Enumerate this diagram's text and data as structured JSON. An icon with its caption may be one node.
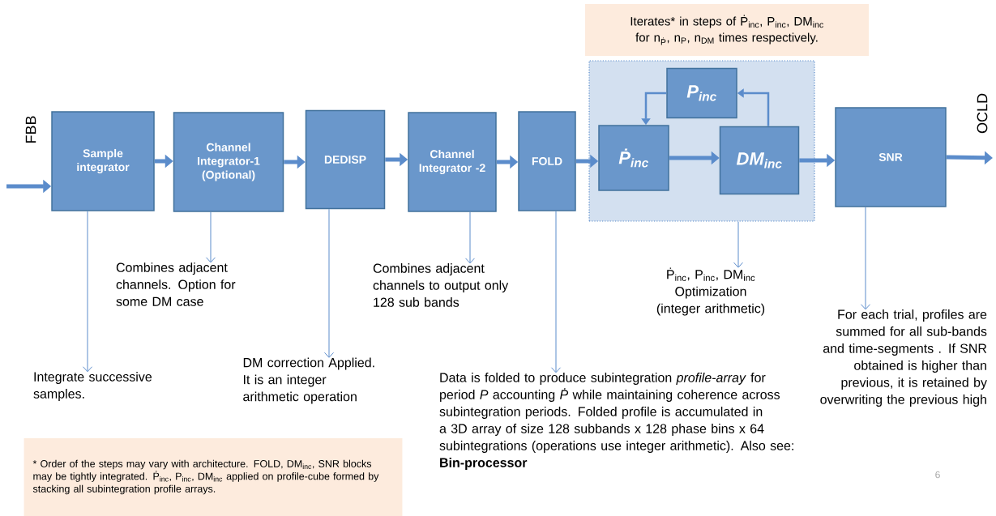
{
  "diagram": {
    "nodes": [
      {
        "text": [
          "Sample integrator"
        ]
      },
      {
        "text": [
          "Channel Integrator-1 (Optional)"
        ]
      },
      {
        "text": [
          "DEDISP"
        ]
      },
      {
        "text": [
          "Channel Integrator -2"
        ]
      },
      {
        "text": [
          "FOLD"
        ]
      },
      {
        "text": [],
        "shape": "box"
      },
      {
        "text": [
          "P$_{inc}$"
        ],
        "in": 5
      },
      {
        "text": [
          "Ṗ$_{inc}$"
        ],
        "in": 5
      },
      {
        "text": [
          "DM$_{inc}$"
        ],
        "in": 5
      },
      {
        "text": [
          "SNR"
        ]
      },
      {
        "text": [
          "Iterates* in steps of Ṗ$_{inc}$, P$_{inc}$, DM$_{inc}$ for n$_{Ṗ}$, n$_{P}$, n$_{DM}$ times respectively."
        ]
      },
      {
        "text": [
          "* Order of the steps may vary with architecture. FOLD, DM$_{inc}$, SNR blocks may be tightly integrated. Ṗ$_{inc}$, P$_{inc}$, DM$_{inc}$ applied on profile-cube formed by stacking all subintegration profile arrays."
        ]
      },
      {
        "text": [
          "Integrate successive samples."
        ]
      },
      {
        "text": [
          "Combines adjacent channels. Option for some DM case"
        ]
      },
      {
        "text": [
          "DM correction Applied. It is an integer arithmetic operation"
        ]
      },
      {
        "text": [
          "Combines adjacent channels to output only 128 sub bands"
        ]
      },
      {
        "text": [
          "Data is folded to produce subintegration *profile-array* for period *P* accounting *Ṗ* while maintaining coherence across subintegration periods. Folded profile is accumulated in a 3D array of size 128 subbands x 128 phase bins x 64 subintegrations (operations use integer arithmetic). Also see: **Bin-processor**"
        ]
      },
      {
        "text": [
          "Ṗ$_{inc}$, P$_{inc}$, DM$_{inc}$ Optimization (integer arithmetic)"
        ]
      },
      {
        "text": [
          "For each trial, profiles are summed for all sub-bands and time-segments . If SNR obtained is higher than previous, it is retained by overwriting the previous high"
        ]
      }
    ],
    "edges": [
      {
        "from": null,
        "to": 0,
        "arrow": "to",
        "style": "thick"
      },
      {
        "from": 0,
        "to": 1,
        "arrow": "to",
        "style": "thick"
      },
      {
        "from": 1,
        "to": 2,
        "arrow": "to",
        "style": "thick"
      },
      {
        "from": 2,
        "to": 3,
        "arrow": "to",
        "style": "thick"
      },
      {
        "from": 3,
        "to": 4,
        "arrow": "to",
        "style": "thick"
      },
      {
        "from": 4,
        "to": 7,
        "arrow": "to",
        "style": "thick"
      },
      {
        "from": 7,
        "to": 8,
        "arrow": "to",
        "style": "thick"
      },
      {
        "from": 8,
        "to": 6,
        "arrow": "to"
      },
      {
        "from": 6,
        "to": 7,
        "arrow": "to"
      },
      {
        "from": 8,
        "to": 9,
        "arrow": "to",
        "style": "thick"
      },
      {
        "from": 9,
        "to": null,
        "arrow": "to",
        "style": "thick"
      },
      {
        "from": 0,
        "to": 12,
        "arrow": "to"
      },
      {
        "from": 1,
        "to": 13,
        "arrow": "to"
      },
      {
        "from": 2,
        "to": 14,
        "arrow": "to"
      },
      {
        "from": 3,
        "to": 15,
        "arrow": "to"
      },
      {
        "from": 4,
        "to": 16,
        "arrow": "to"
      },
      {
        "from": 5,
        "to": 17,
        "arrow": "to"
      },
      {
        "from": 9,
        "to": 18,
        "arrow": "to"
      }
    ],
    "labels": [
      "FBB",
      "OCLD",
      "6"
    ]
  }
}
